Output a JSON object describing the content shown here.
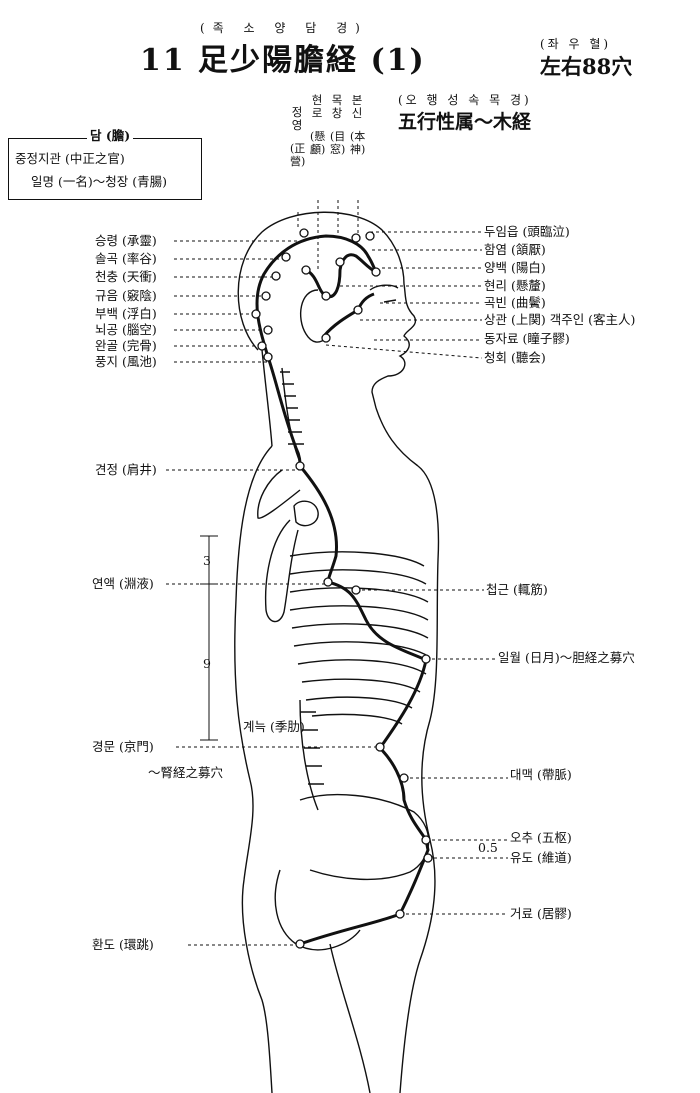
{
  "header": {
    "ruby": "(족 소 양 담 경)",
    "number": "11",
    "title": "足少陽膽経 (1)",
    "count_ruby": "(좌 우    혈)",
    "count": "左右88穴",
    "element_ruby": "(오 행 성 속    목 경)",
    "element": "五行性属～木経"
  },
  "organ_box": {
    "title": "담 (膽)",
    "line1": "중정지관 (中正之官)",
    "line2": "일명 (一名)～청장 (青腸)"
  },
  "top_points": [
    {
      "hangul": "정영",
      "hanja": "(正營)"
    },
    {
      "hangul": "현로",
      "hanja": "(懸顱)"
    },
    {
      "hangul": "목창",
      "hanja": "(目窓)"
    },
    {
      "hangul": "본신",
      "hanja": "(本神)"
    }
  ],
  "left_points": [
    "승령 (承靈)",
    "솔곡 (率谷)",
    "천충 (天衝)",
    "규음 (竅陰)",
    "부백 (浮白)",
    "뇌공 (腦空)",
    "완골 (完骨)",
    "풍지 (風池)",
    "견정 (肩井)",
    "연액 (淵液)",
    "경문 (京門)"
  ],
  "right_points": [
    "두임읍 (頭臨泣)",
    "함염 (頷厭)",
    "양백 (陽白)",
    "현리 (懸釐)",
    "곡빈 (曲鬢)",
    "상관 (上関) 객주인 (客主人)",
    "동자료 (瞳子髎)",
    "청회 (聽会)",
    "첩근 (輒筋)",
    "일월 (日月)～胆経之募穴",
    "대맥 (帶脈)",
    "오추 (五枢)",
    "유도 (維道)",
    "거료 (居髎)"
  ],
  "inner_labels": {
    "jeongmun_note": "～腎経之募穴",
    "gyeneuk": "계늑 (季肋)",
    "hwando": "환도 (環跳)",
    "measure_3": "3",
    "measure_9": "9",
    "measure_05": "0.5"
  },
  "colors": {
    "ink": "#111111",
    "paper": "#ffffff"
  }
}
